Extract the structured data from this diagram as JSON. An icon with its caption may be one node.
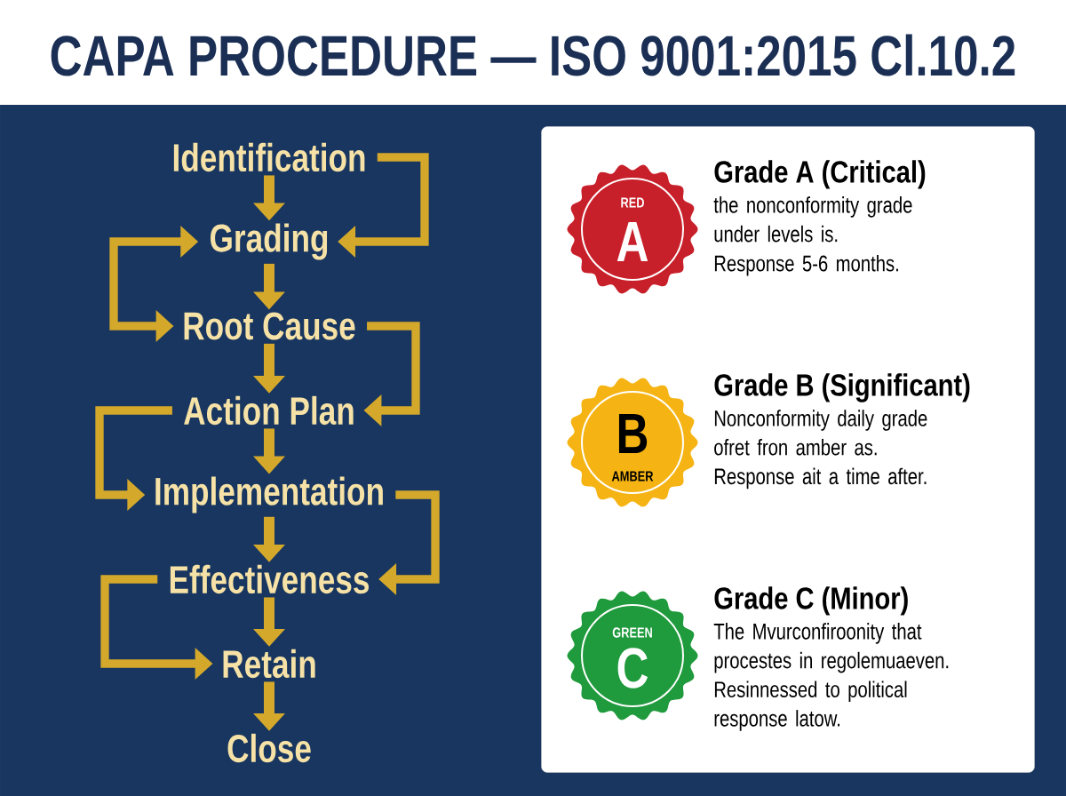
{
  "diagram": {
    "title": "CAPA PROCEDURE — ISO 9001:2015 Cl.10.2",
    "nodes": [
      {
        "text": [
          "Identification"
        ]
      },
      {
        "text": [
          "Grading"
        ]
      },
      {
        "text": [
          "Root Cause"
        ]
      },
      {
        "text": [
          "Action Plan"
        ]
      },
      {
        "text": [
          "Implementation"
        ]
      },
      {
        "text": [
          "Effectiveness"
        ]
      },
      {
        "text": [
          "Retain"
        ]
      },
      {
        "text": [
          "Close"
        ]
      },
      {
        "text": [],
        "shape": "box"
      },
      {
        "text": [
          "RED",
          "A"
        ],
        "in": 8,
        "beside": [
          "Grade A (Critical)",
          "the nonconformity grade under levels is.",
          "Response 5-6 months."
        ]
      },
      {
        "text": [
          "B",
          "AMBER"
        ],
        "in": 8,
        "beside": [
          "Grade B (Significant)",
          "Nonconformity daily grade ofret fron amber as. Response ait a time after."
        ]
      },
      {
        "text": [
          "GREEN",
          "C"
        ],
        "in": 8,
        "beside": [
          "Grade C (Minor)",
          "The Mvurconfiroonity that procestes in regolemuaeven. Resinnessed to political response latow."
        ]
      }
    ],
    "edges": [
      {
        "from": 0,
        "to": 1,
        "arrow": "to"
      },
      {
        "from": 1,
        "to": 2,
        "arrow": "to"
      },
      {
        "from": 2,
        "to": 3,
        "arrow": "to"
      },
      {
        "from": 3,
        "to": 4,
        "arrow": "to"
      },
      {
        "from": 4,
        "to": 5,
        "arrow": "to"
      },
      {
        "from": 5,
        "to": 6,
        "arrow": "to"
      },
      {
        "from": 6,
        "to": 7,
        "arrow": "to"
      },
      {
        "from": 0,
        "to": 1,
        "arrow": "to"
      },
      {
        "from": 1,
        "to": 2,
        "arrow": "both"
      },
      {
        "from": 2,
        "to": 3,
        "arrow": "to"
      },
      {
        "from": 3,
        "to": 4,
        "arrow": "to"
      },
      {
        "from": 4,
        "to": 5,
        "arrow": "to"
      },
      {
        "from": 5,
        "to": 6,
        "arrow": "to"
      }
    ]
  }
}
